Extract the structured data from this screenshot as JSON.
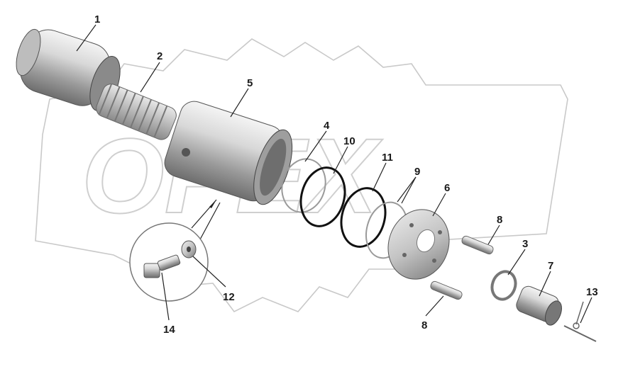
{
  "diagram": {
    "watermark_text": "OPEX",
    "callouts": [
      {
        "id": "c1",
        "label": "1"
      },
      {
        "id": "c2",
        "label": "2"
      },
      {
        "id": "c5",
        "label": "5"
      },
      {
        "id": "c4",
        "label": "4"
      },
      {
        "id": "c10",
        "label": "10"
      },
      {
        "id": "c11",
        "label": "11"
      },
      {
        "id": "c9",
        "label": "9"
      },
      {
        "id": "c6",
        "label": "6"
      },
      {
        "id": "c8a",
        "label": "8"
      },
      {
        "id": "c3",
        "label": "3"
      },
      {
        "id": "c7",
        "label": "7"
      },
      {
        "id": "c13",
        "label": "13"
      },
      {
        "id": "c8b",
        "label": "8"
      },
      {
        "id": "c12",
        "label": "12"
      },
      {
        "id": "c14",
        "label": "14"
      }
    ]
  }
}
